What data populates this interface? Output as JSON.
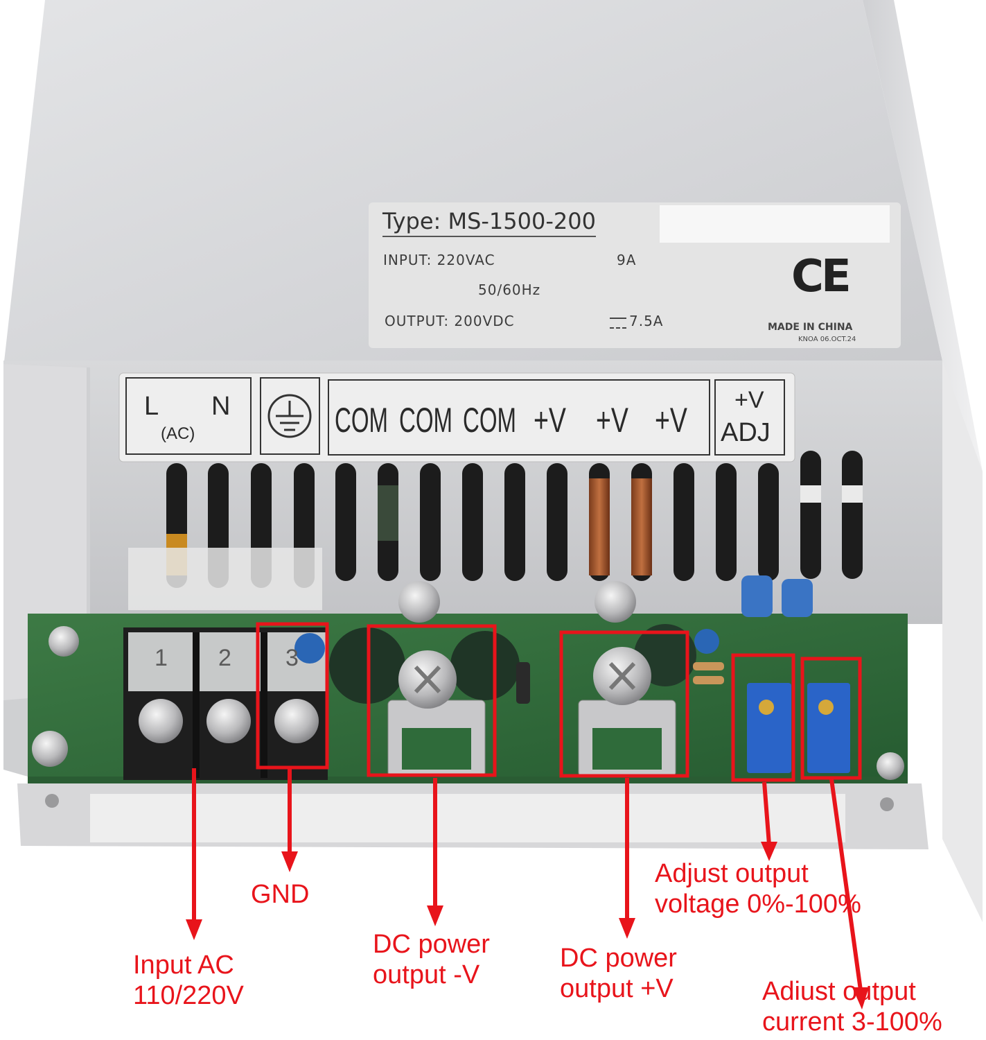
{
  "label": {
    "type": "Type: MS-1500-200",
    "input": "INPUT: 220VAC",
    "input_current": "9A",
    "frequency": "50/60Hz",
    "output": "OUTPUT: 200VDC",
    "output_current": "7.5A",
    "ce_mark": "CE",
    "made_in": "MADE IN CHINA",
    "date_code": "KNOA 06.OCT.24"
  },
  "terminal_strip": {
    "ln_l": "L",
    "ln_n": "N",
    "ac": "(AC)",
    "com_1": "COM",
    "com_2": "COM",
    "com_3": "COM",
    "pv_1": "+V",
    "pv_2": "+V",
    "pv_3": "+V",
    "adj_top": "+V",
    "adj_bottom": "ADJ"
  },
  "terminal_block_numbers": [
    "1",
    "2",
    "3"
  ],
  "callouts": {
    "gnd": "GND",
    "input_ac_line1": "Input AC",
    "input_ac_line2": "110/220V",
    "dc_neg_line1": "DC power",
    "dc_neg_line2": "output -V",
    "dc_pos_line1": "DC power",
    "dc_pos_line2": "output +V",
    "adj_v_line1": "Adjust output",
    "adj_v_line2": "voltage 0%-100%",
    "adj_i_line1": "Adiust output",
    "adj_i_line2": "current 3-100%"
  },
  "colors": {
    "callout_red": "#e8141b",
    "pcb_green": "#2f6b3a",
    "case_silver": "#d9dadc",
    "label_bg": "#e4e4e4"
  }
}
